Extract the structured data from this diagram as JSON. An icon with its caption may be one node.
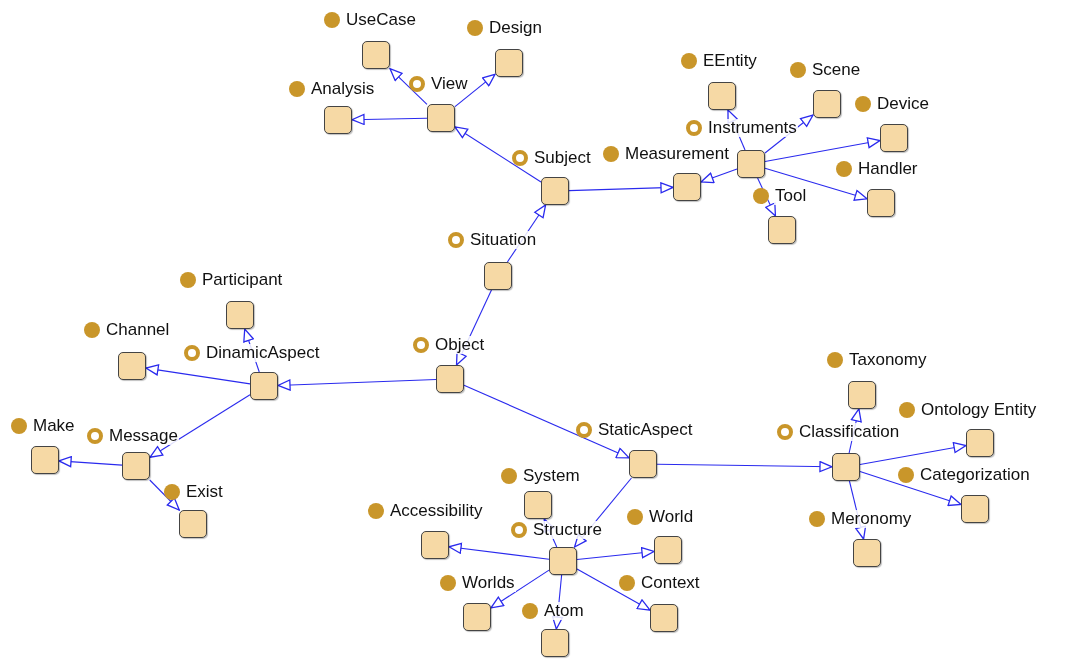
{
  "diagram": {
    "nodes": [
      {
        "text": [
          "UseCase"
        ]
      },
      {
        "text": [
          "Design"
        ]
      },
      {
        "text": [
          "Analysis"
        ]
      },
      {
        "text": [
          "View"
        ]
      },
      {
        "text": [
          "Subject"
        ]
      },
      {
        "text": [
          "EEntity"
        ]
      },
      {
        "text": [
          "Scene"
        ]
      },
      {
        "text": [
          "Device"
        ]
      },
      {
        "text": [
          "Instruments"
        ]
      },
      {
        "text": [
          "Measurement"
        ]
      },
      {
        "text": [
          "Handler"
        ]
      },
      {
        "text": [
          "Tool"
        ]
      },
      {
        "text": [
          "Situation"
        ]
      },
      {
        "text": [
          "Participant"
        ]
      },
      {
        "text": [
          "Channel"
        ]
      },
      {
        "text": [
          "DinamicAspect"
        ]
      },
      {
        "text": [
          "Object"
        ]
      },
      {
        "text": [
          "Make"
        ]
      },
      {
        "text": [
          "Message"
        ]
      },
      {
        "text": [
          "Exist"
        ]
      },
      {
        "text": [
          "StaticAspect"
        ]
      },
      {
        "text": [
          "Taxonomy"
        ]
      },
      {
        "text": [
          "Ontology Entity"
        ]
      },
      {
        "text": [
          "Classification"
        ]
      },
      {
        "text": [
          "Categorization"
        ]
      },
      {
        "text": [
          "System"
        ]
      },
      {
        "text": [
          "Accessibility"
        ]
      },
      {
        "text": [
          "Structure"
        ]
      },
      {
        "text": [
          "World"
        ]
      },
      {
        "text": [
          "Meronomy"
        ]
      },
      {
        "text": [
          "Worlds"
        ]
      },
      {
        "text": [
          "Context"
        ]
      },
      {
        "text": [
          "Atom"
        ]
      }
    ],
    "edges": [
      {
        "from": 3,
        "to": 0,
        "arrow": "to"
      },
      {
        "from": 3,
        "to": 1,
        "arrow": "to"
      },
      {
        "from": 3,
        "to": 2,
        "arrow": "to"
      },
      {
        "from": 4,
        "to": 3,
        "arrow": "to"
      },
      {
        "from": 8,
        "to": 5,
        "arrow": "to"
      },
      {
        "from": 8,
        "to": 6,
        "arrow": "to"
      },
      {
        "from": 8,
        "to": 7,
        "arrow": "to"
      },
      {
        "from": 8,
        "to": 9,
        "arrow": "to"
      },
      {
        "from": 8,
        "to": 10,
        "arrow": "to"
      },
      {
        "from": 8,
        "to": 11,
        "arrow": "to"
      },
      {
        "from": 4,
        "to": 9,
        "arrow": "to"
      },
      {
        "from": 12,
        "to": 4,
        "arrow": "to"
      },
      {
        "from": 12,
        "to": 16,
        "arrow": "to"
      },
      {
        "from": 16,
        "to": 15,
        "arrow": "to"
      },
      {
        "from": 16,
        "to": 20,
        "arrow": "to"
      },
      {
        "from": 15,
        "to": 13,
        "arrow": "to"
      },
      {
        "from": 15,
        "to": 14,
        "arrow": "to"
      },
      {
        "from": 15,
        "to": 18,
        "arrow": "to"
      },
      {
        "from": 18,
        "to": 17,
        "arrow": "to"
      },
      {
        "from": 18,
        "to": 19,
        "arrow": "to"
      },
      {
        "from": 20,
        "to": 23,
        "arrow": "to"
      },
      {
        "from": 20,
        "to": 27,
        "arrow": "to"
      },
      {
        "from": 23,
        "to": 21,
        "arrow": "to"
      },
      {
        "from": 23,
        "to": 22,
        "arrow": "to"
      },
      {
        "from": 23,
        "to": 24,
        "arrow": "to"
      },
      {
        "from": 23,
        "to": 29,
        "arrow": "to"
      },
      {
        "from": 27,
        "to": 25,
        "arrow": "to"
      },
      {
        "from": 27,
        "to": 26,
        "arrow": "to"
      },
      {
        "from": 27,
        "to": 28,
        "arrow": "to"
      },
      {
        "from": 27,
        "to": 30,
        "arrow": "to"
      },
      {
        "from": 27,
        "to": 31,
        "arrow": "to"
      },
      {
        "from": 27,
        "to": 32,
        "arrow": "to"
      }
    ]
  }
}
